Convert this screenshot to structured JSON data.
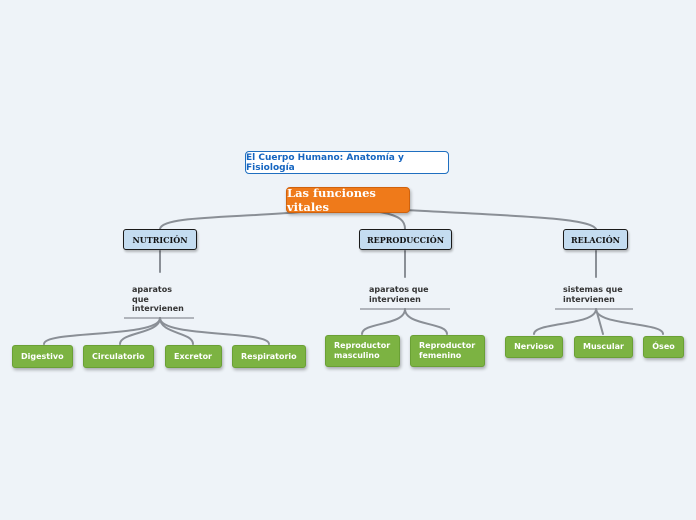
{
  "title": "El Cuerpo Humano: Anatomía y Fisiología",
  "central_topic": "Las funciones vitales",
  "branches": [
    {
      "label": "NUTRICIÓN",
      "sub_label": "aparatos\nque\nintervienen",
      "leaves": [
        "Digestivo",
        "Circulatorio",
        "Excretor",
        "Respiratorio"
      ]
    },
    {
      "label": "REPRODUCCIÓN",
      "sub_label": "aparatos que\nintervienen",
      "leaves": [
        "Reproductor\nmasculino",
        "Reproductor\nfemenino"
      ]
    },
    {
      "label": "RELACIÓN",
      "sub_label": "sistemas que\nintervienen",
      "leaves": [
        "Nervioso",
        "Muscular",
        "Óseo"
      ]
    }
  ],
  "colors": {
    "title_border": "#1f6fc0",
    "central_fill": "#ef7a1a",
    "branch_fill": "#c4dcf0",
    "leaf_fill": "#7cb342",
    "connector": "#8a8f96"
  }
}
